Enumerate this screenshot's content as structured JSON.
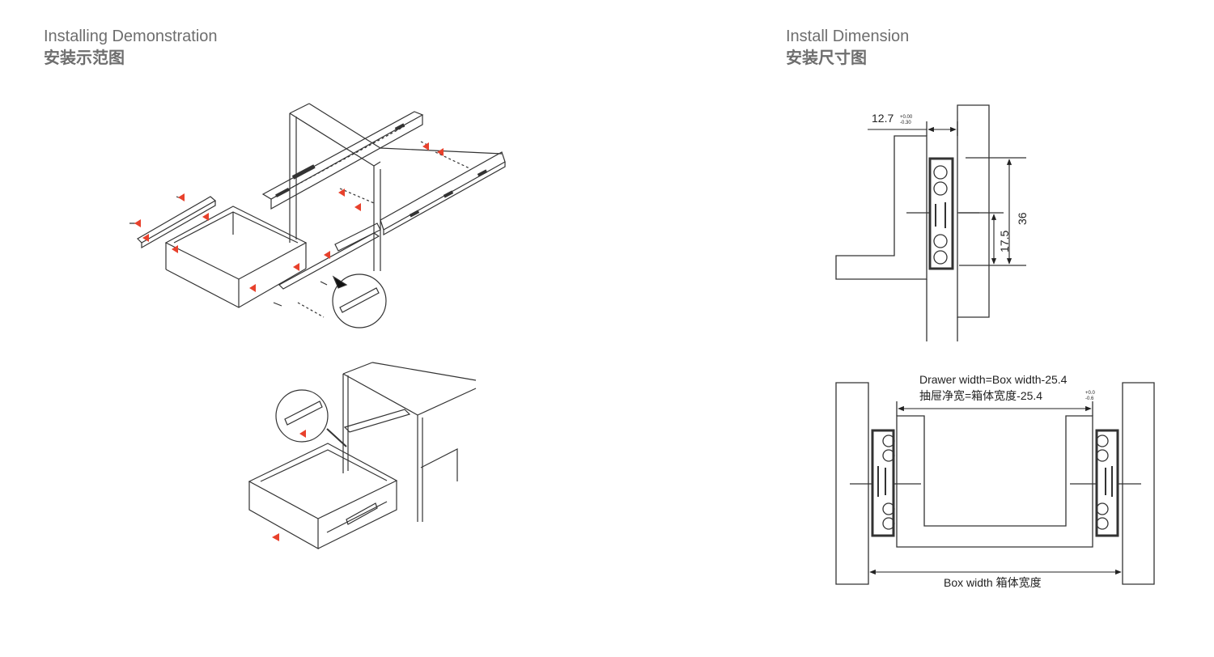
{
  "left_section": {
    "title_en": "Installing Demonstration",
    "title_zh": "安装示范图"
  },
  "right_section": {
    "title_en": "Install Dimension",
    "title_zh": "安装尺寸图"
  },
  "side_view": {
    "gap_value": "12.7",
    "gap_tol_upper": "+0.00",
    "gap_tol_lower": "-0.30",
    "height_dim": "36",
    "center_dim": "17.5"
  },
  "top_view": {
    "drawer_width_en": "Drawer width=Box width-25.4",
    "drawer_width_zh": "抽屉净宽=箱体宽度-25.4",
    "drawer_tol_upper": "+0.0",
    "drawer_tol_lower": "-0.6",
    "box_width_label": "Box width 箱体宽度"
  },
  "colors": {
    "line": "#333333",
    "arrow_marker": "#e8412c",
    "heading": "#6e6e6e"
  }
}
